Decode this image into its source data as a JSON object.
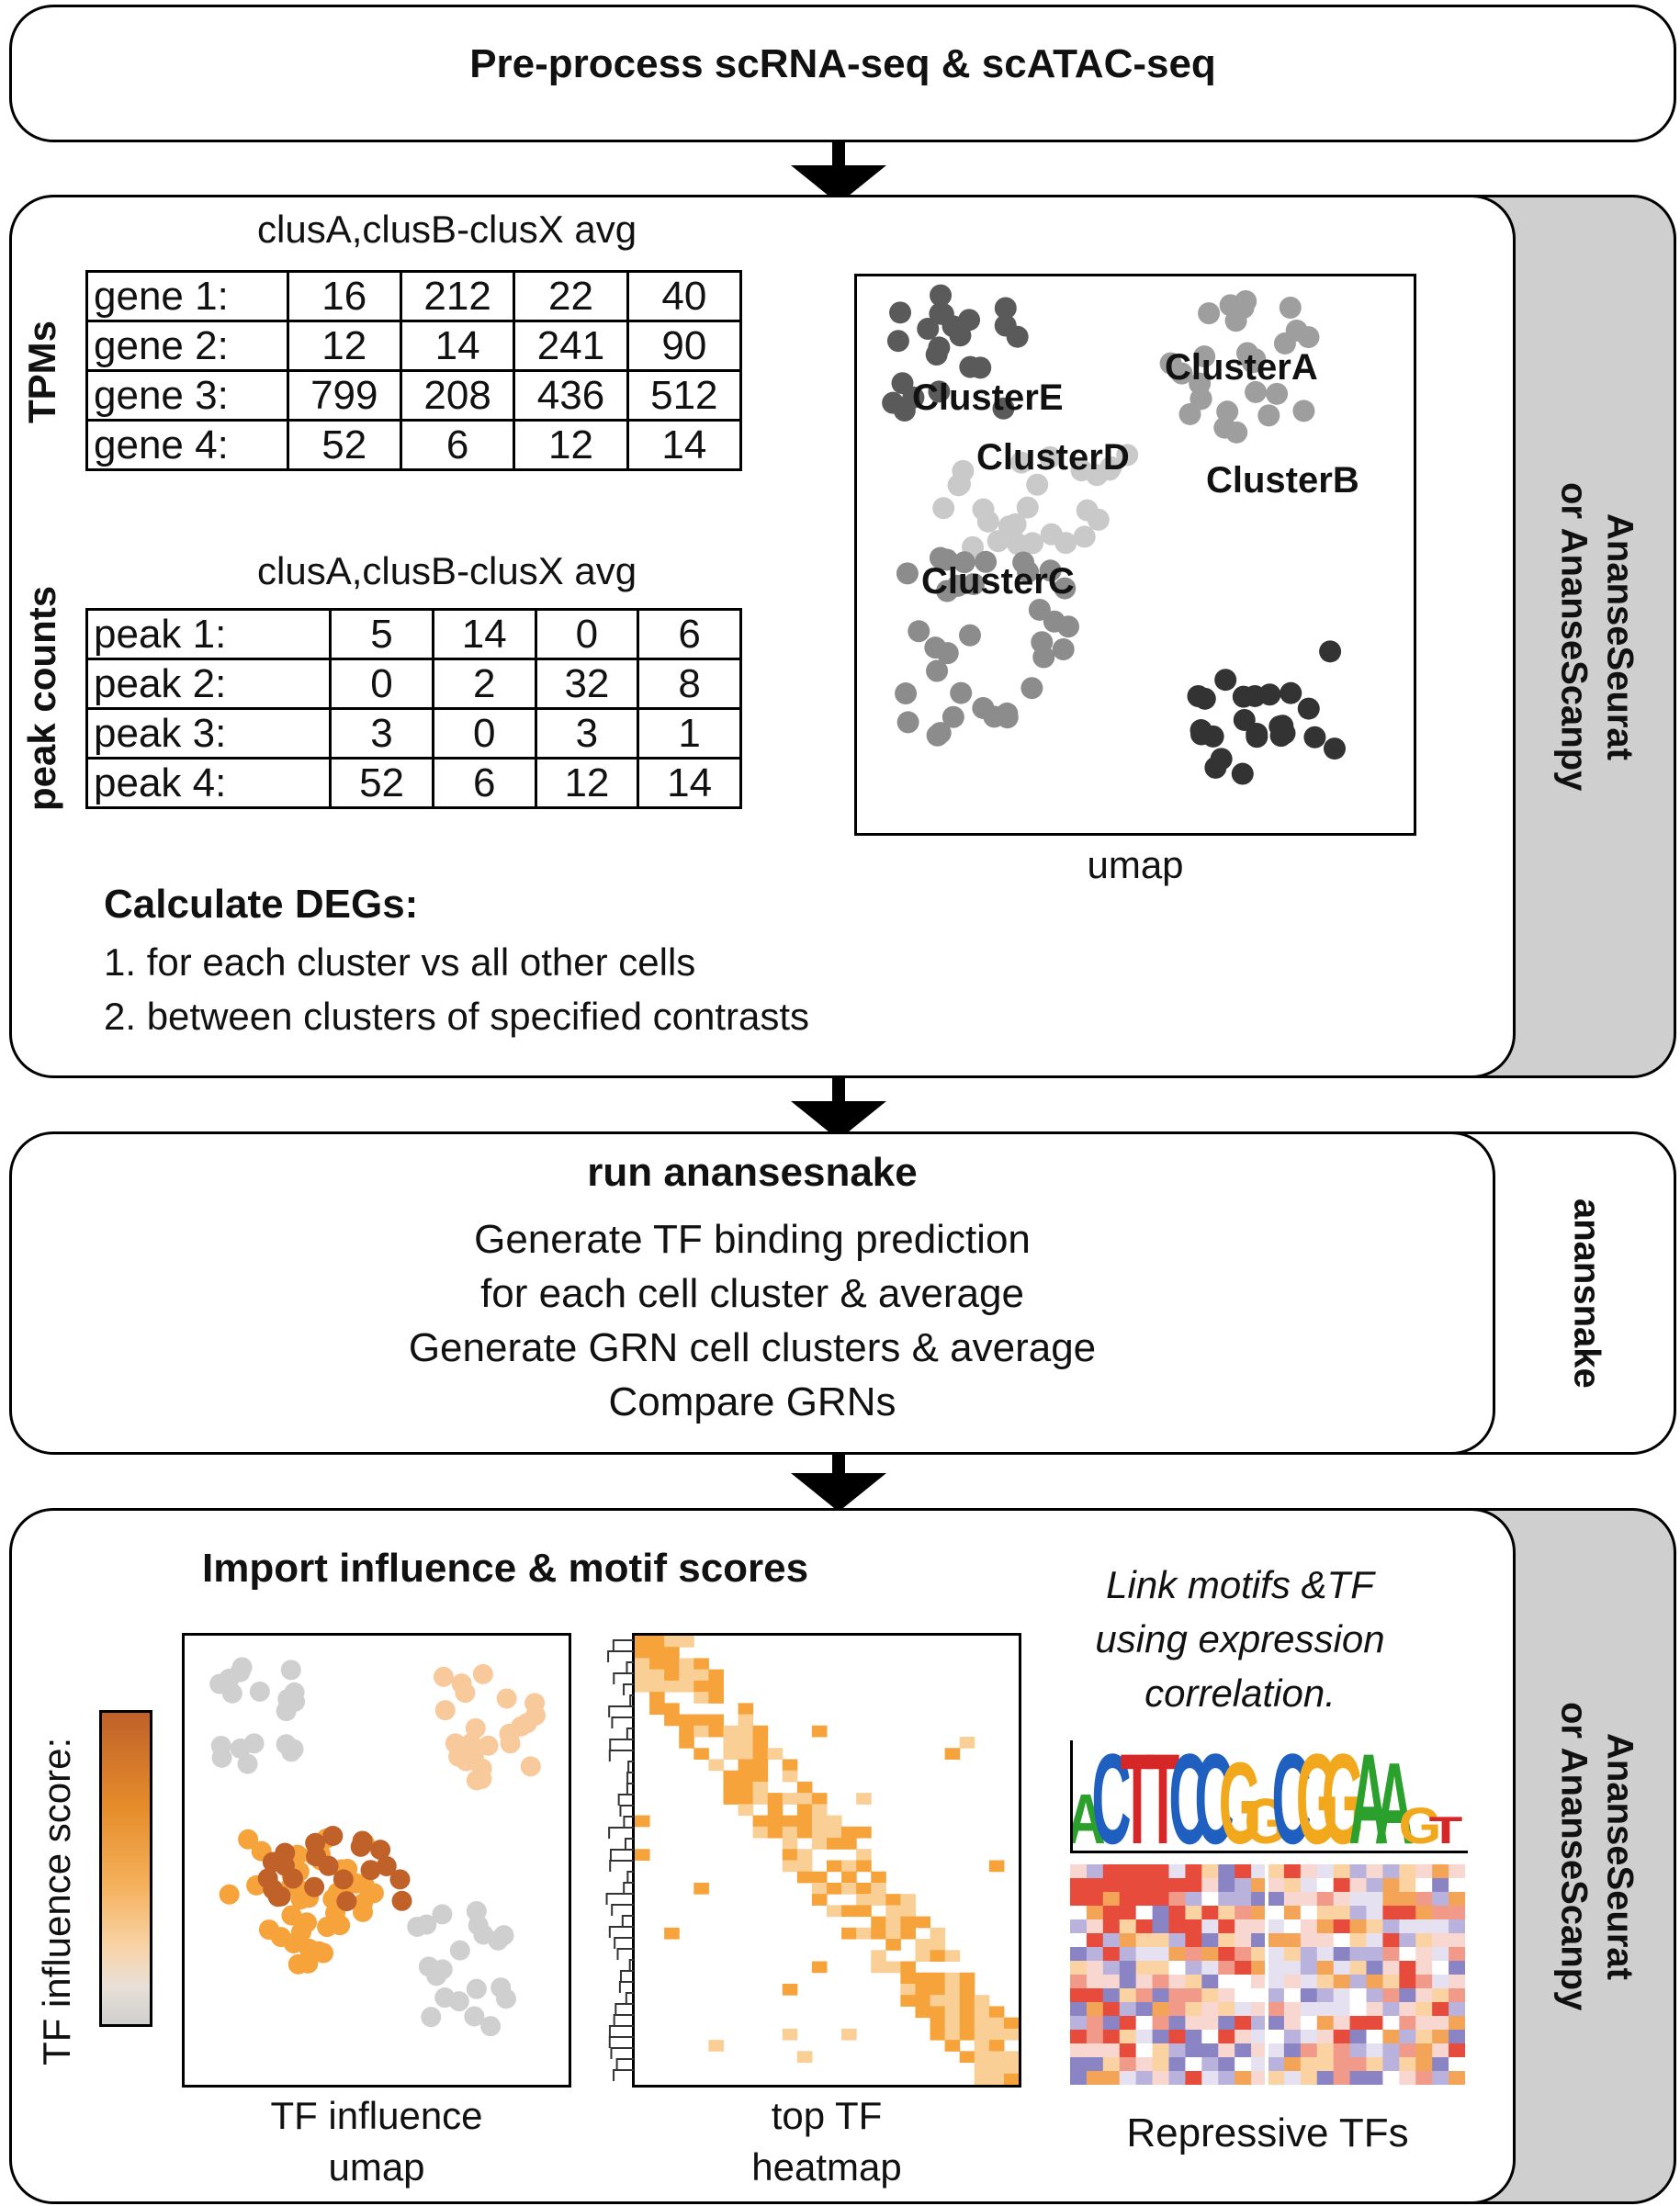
{
  "step1": {
    "title": "Pre-process scRNA-seq & scATAC-seq"
  },
  "step2": {
    "sidebar_label": "AnanseSeurat\nor AnanseScanpy",
    "tpm": {
      "side_label": "TPMs",
      "header": "clusA,clusB-clusX avg",
      "rows": [
        {
          "label": "gene 1:",
          "values": [
            "16",
            "212",
            "22",
            "40"
          ]
        },
        {
          "label": "gene 2:",
          "values": [
            "12",
            "14",
            "241",
            "90"
          ]
        },
        {
          "label": "gene 3:",
          "values": [
            "799",
            "208",
            "436",
            "512"
          ]
        },
        {
          "label": "gene 4:",
          "values": [
            "52",
            "6",
            "12",
            "14"
          ]
        }
      ]
    },
    "peaks": {
      "side_label": "peak counts",
      "header": "clusA,clusB-clusX avg",
      "rows": [
        {
          "label": "peak 1:",
          "values": [
            "5",
            "14",
            "0",
            "6"
          ]
        },
        {
          "label": "peak 2:",
          "values": [
            "0",
            "2",
            "32",
            "8"
          ]
        },
        {
          "label": "peak 3:",
          "values": [
            "3",
            "0",
            "3",
            "1"
          ]
        },
        {
          "label": "peak 4:",
          "values": [
            "52",
            "6",
            "12",
            "14"
          ]
        }
      ]
    },
    "umap": {
      "caption": "umap",
      "clusters": [
        {
          "name": "ClusterE",
          "color": "#5a5a5a"
        },
        {
          "name": "ClusterA",
          "color": "#9e9e9e"
        },
        {
          "name": "ClusterD",
          "color": "#c9c9c9"
        },
        {
          "name": "ClusterB",
          "color": "#333333"
        },
        {
          "name": "ClusterC",
          "color": "#8c8c8c"
        }
      ]
    },
    "degs": {
      "title": "Calculate DEGs:",
      "items": [
        "1. for each cluster vs all other cells",
        "2. between clusters of specified contrasts"
      ]
    }
  },
  "step3": {
    "sidebar_label": "anansnake",
    "title": "run anansesnake",
    "lines": [
      "Generate TF binding prediction",
      "for each cell cluster & average",
      "Generate GRN cell clusters & average",
      "Compare GRNs"
    ]
  },
  "step4": {
    "sidebar_label": "AnanseSeurat\nor AnanseScanpy",
    "title": "Import influence & motif scores",
    "legend_label": "TF influence score:",
    "umap_caption": [
      "TF influence",
      "umap"
    ],
    "heatmap_caption": [
      "top TF",
      "heatmap"
    ],
    "link_text": [
      "Link motifs &TF",
      "using expression",
      "correlation."
    ],
    "motif_sequence": "ACTTCCGGCGGAAGT",
    "repressive_caption": "Repressive TFs",
    "colors": {
      "high": "#c0612a",
      "mid": "#f5a33a",
      "low": "#cfcfcf"
    }
  }
}
